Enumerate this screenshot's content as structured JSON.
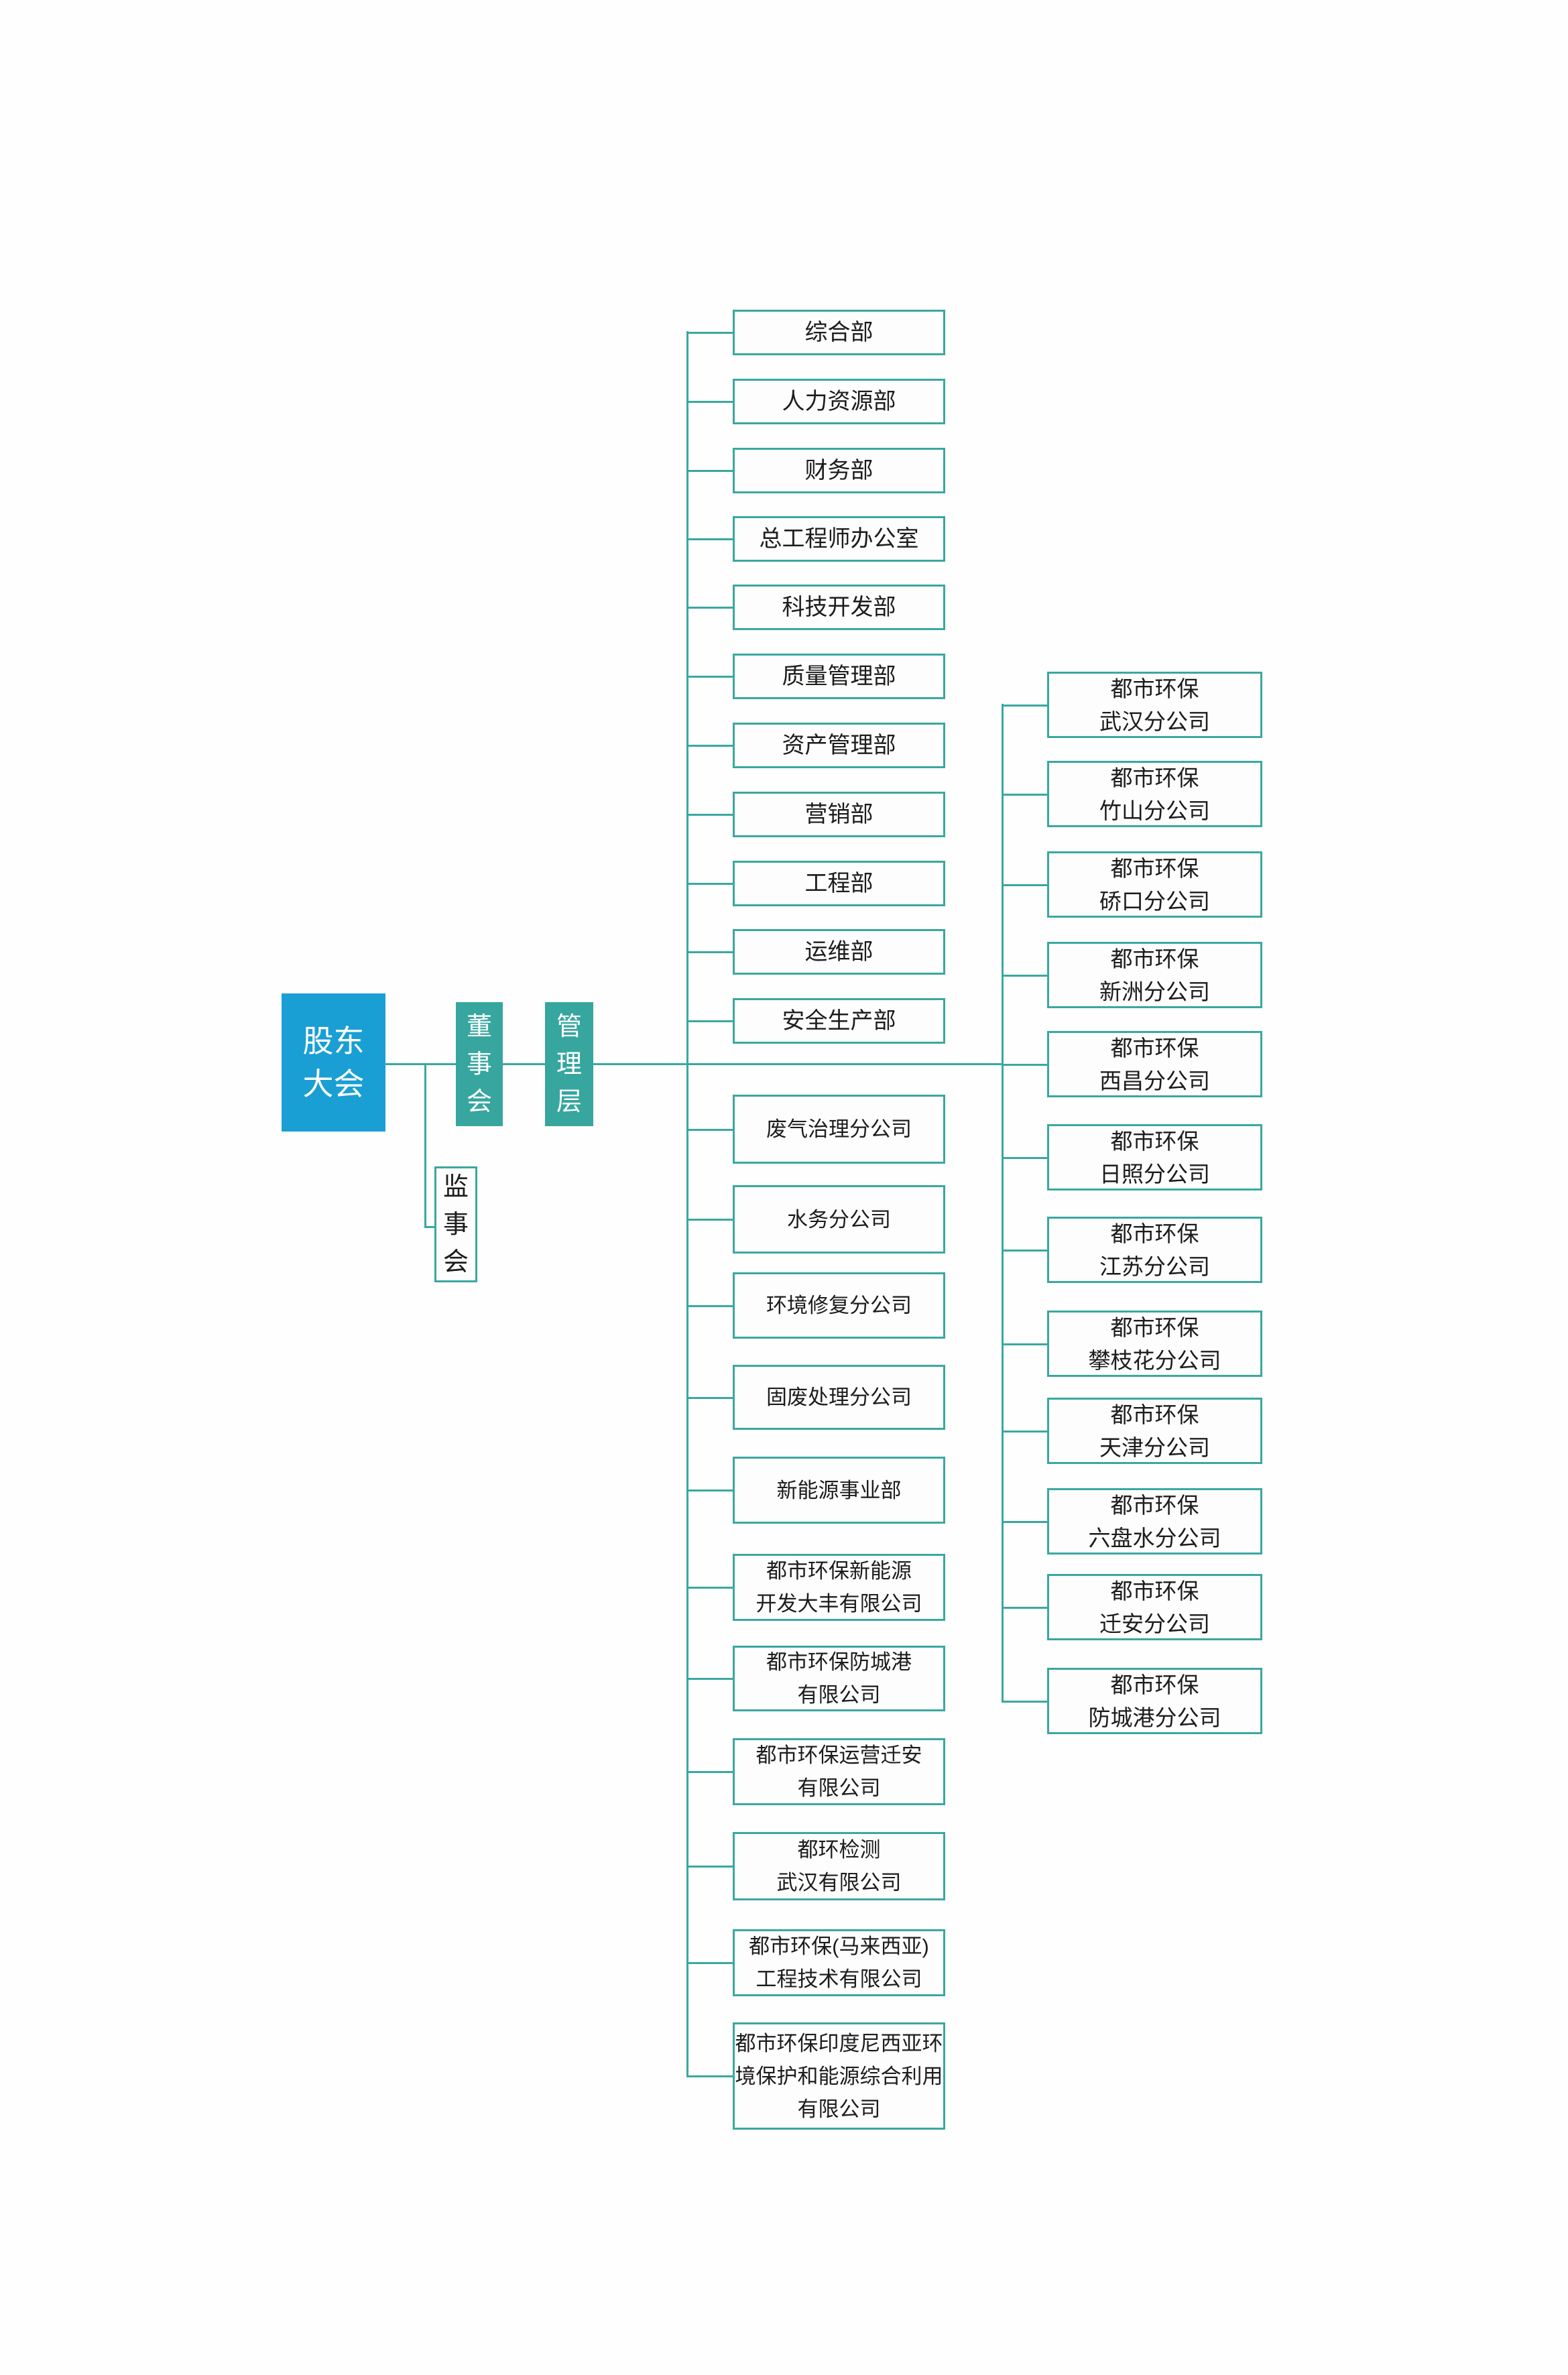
{
  "colors": {
    "primary_blue": "#199fd4",
    "teal_fill": "#36a69f",
    "line_teal": "#3aa89f",
    "box_fill": "#fdfdfd",
    "text_dark": "#1c1c1c",
    "text_light": "#ffffff"
  },
  "governance": {
    "shareholders_meeting": "股东大会",
    "board_of_directors": "董事会",
    "management": "管理层",
    "supervisory_board": "监事会"
  },
  "departments": [
    "综合部",
    "人力资源部",
    "财务部",
    "总工程师办公室",
    "科技开发部",
    "质量管理部",
    "资产管理部",
    "营销部",
    "工程部",
    "运维部",
    "安全生产部"
  ],
  "subsidiaries": [
    {
      "lines": [
        "废气治理分公司"
      ]
    },
    {
      "lines": [
        "水务分公司"
      ]
    },
    {
      "lines": [
        "环境修复分公司"
      ]
    },
    {
      "lines": [
        "固废处理分公司"
      ]
    },
    {
      "lines": [
        "新能源事业部"
      ]
    },
    {
      "lines": [
        "都市环保新能源",
        "开发大丰有限公司"
      ]
    },
    {
      "lines": [
        "都市环保防城港",
        "有限公司"
      ]
    },
    {
      "lines": [
        "都市环保运营迁安",
        "有限公司"
      ]
    },
    {
      "lines": [
        "都环检测",
        "武汉有限公司"
      ]
    },
    {
      "lines": [
        "都市环保(马来西亚)",
        "工程技术有限公司"
      ]
    },
    {
      "lines": [
        "都市环保印度尼西亚环",
        "境保护和能源综合利用",
        "有限公司"
      ]
    }
  ],
  "branches": [
    {
      "lines": [
        "都市环保",
        "武汉分公司"
      ]
    },
    {
      "lines": [
        "都市环保",
        "竹山分公司"
      ]
    },
    {
      "lines": [
        "都市环保",
        "硚口分公司"
      ]
    },
    {
      "lines": [
        "都市环保",
        "新洲分公司"
      ]
    },
    {
      "lines": [
        "都市环保",
        "西昌分公司"
      ]
    },
    {
      "lines": [
        "都市环保",
        "日照分公司"
      ]
    },
    {
      "lines": [
        "都市环保",
        "江苏分公司"
      ]
    },
    {
      "lines": [
        "都市环保",
        "攀枝花分公司"
      ]
    },
    {
      "lines": [
        "都市环保",
        "天津分公司"
      ]
    },
    {
      "lines": [
        "都市环保",
        "六盘水分公司"
      ]
    },
    {
      "lines": [
        "都市环保",
        "迁安分公司"
      ]
    },
    {
      "lines": [
        "都市环保",
        "防城港分公司"
      ]
    }
  ]
}
